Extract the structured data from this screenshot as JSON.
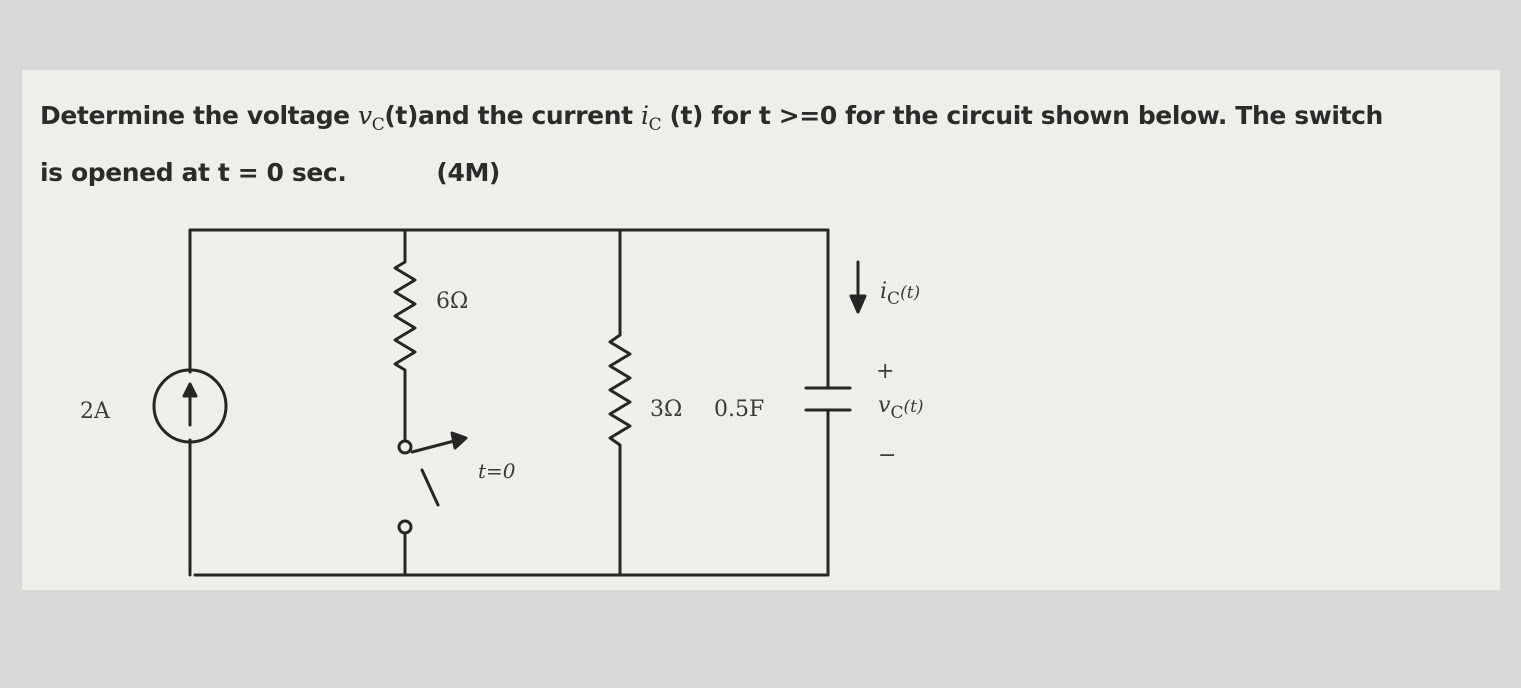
{
  "question": {
    "line1_before_vc": "Determine the voltage ",
    "vc_symbol": "v",
    "vc_sub": "C",
    "line1_mid": "(t)and the current ",
    "ic_symbol": "i",
    "ic_sub": "C",
    "line1_after": " (t) for t >=0 for the circuit shown below. The switch",
    "line2_text": "is opened at t = 0 sec.",
    "marks": "(4M)"
  },
  "circuit": {
    "source_label": "2A",
    "r1_label": "6Ω",
    "switch_label": "t=0",
    "r2_label": "3Ω",
    "cap_label": "0.5F",
    "ic_label": "i",
    "ic_sub": "C",
    "ic_arg": "(t)",
    "vc_label": "v",
    "vc_sub": "C",
    "vc_arg": "(t)",
    "plus": "+",
    "minus": "−"
  }
}
